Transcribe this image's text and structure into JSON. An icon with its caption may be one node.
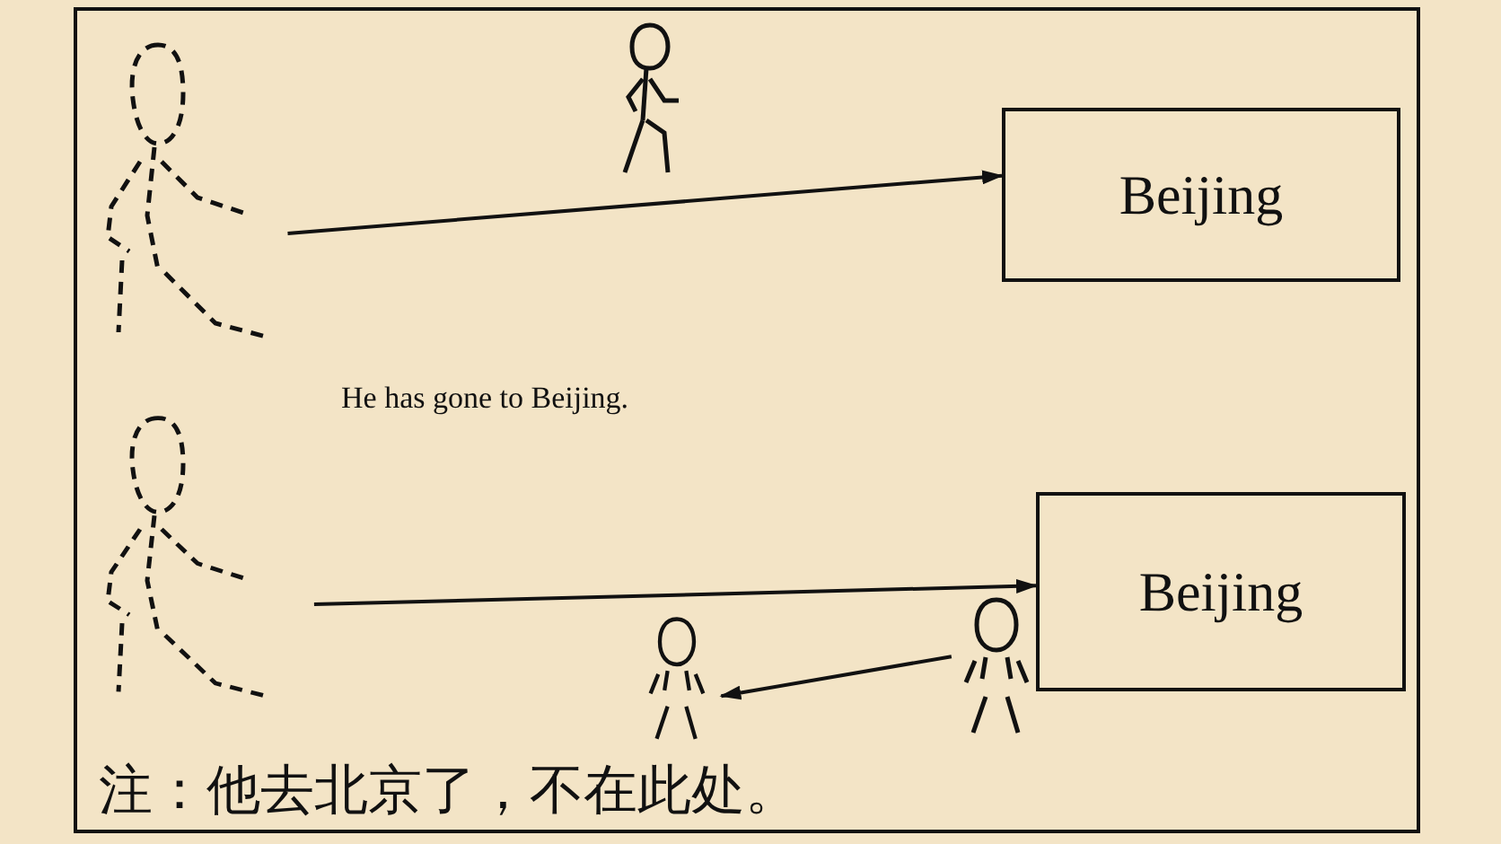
{
  "diagram": {
    "nodes": [
      {
        "text": [],
        "shape": "person"
      },
      {
        "text": [],
        "shape": "person"
      },
      {
        "text": [
          "Beijing"
        ]
      },
      {
        "text": [],
        "shape": "person"
      },
      {
        "text": [
          "Beijing"
        ]
      },
      {
        "text": [],
        "shape": "person"
      },
      {
        "text": [],
        "shape": "person"
      }
    ],
    "edges": [
      {
        "from": 0,
        "to": 2,
        "arrow": "to"
      },
      {
        "from": 3,
        "to": 4,
        "arrow": "to"
      },
      {
        "from": 6,
        "to": 5,
        "arrow": "to"
      }
    ],
    "labels": [
      "He has gone to Beijing.",
      "注：他去北京了，不在此处。"
    ]
  }
}
